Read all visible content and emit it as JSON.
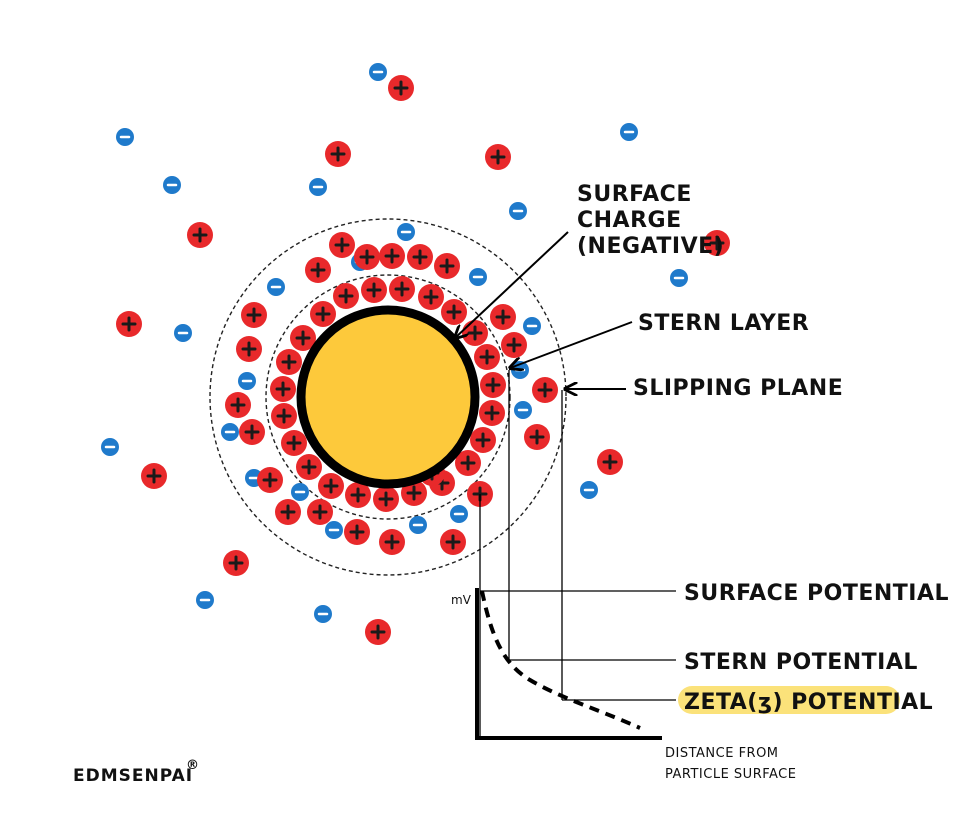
{
  "labels": {
    "surface_charge": [
      "SURFACE",
      "CHARGE",
      "(NEGATIVE)"
    ],
    "stern_layer": "STERN LAYER",
    "slipping_plane": "SLIPPING PLANE",
    "surface_potential": "SURFACE POTENTIAL",
    "stern_potential": "STERN POTENTIAL",
    "zeta_potential": "ZETA(ʒ) POTENTIAL",
    "y_unit": "mV",
    "x_label": [
      "DISTANCE FROM",
      "PARTICLE SURFACE"
    ]
  },
  "watermark": {
    "text": "EDMSENPAI",
    "mark": "®"
  },
  "ion_symbols": {
    "positive": "+",
    "negative": "−"
  },
  "colors": {
    "particle": "#FDC93B",
    "particle_border": "#000000",
    "cation": "#E8292B",
    "anion": "#1F7ACB",
    "highlight": "#FBE27A",
    "line": "#000000"
  }
}
